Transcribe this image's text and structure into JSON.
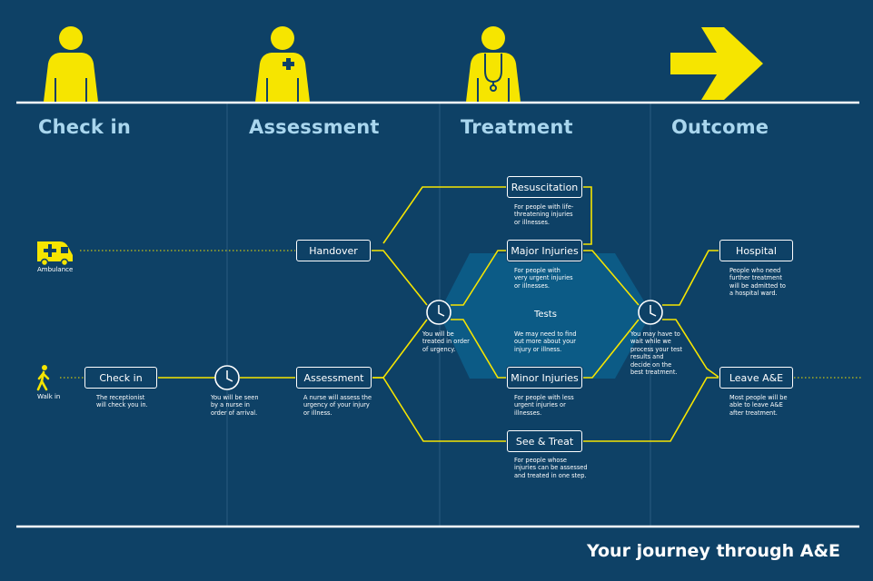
{
  "columns": [
    "Check in",
    "Assessment",
    "Treatment",
    "Outcome"
  ],
  "entry": {
    "ambulance": "Ambulance",
    "walk_in": "Walk in"
  },
  "nodes": {
    "handover": "Handover",
    "check_in": "Check in",
    "assessment": "Assessment",
    "resuscitation": "Resuscitation",
    "major_injuries": "Major Injuries",
    "minor_injuries": "Minor Injuries",
    "see_treat": "See & Treat",
    "hospital": "Hospital",
    "leave_ae": "Leave A&E"
  },
  "descriptions": {
    "check_in": "The receptionist will check you in.",
    "clock1": "You will be seen by a nurse in order of arrival.",
    "assessment": "A nurse will assess the urgency of your injury or illness.",
    "clock2": "You will be treated in order of urgency.",
    "resuscitation": "For people with life-threatening injuries or illnesses.",
    "major_injuries": "For people with very urgent injuries or illnesses.",
    "tests_title": "Tests",
    "tests": "We may need to find out more about your injury or illness.",
    "minor_injuries": "For people with less urgent injuries or illnesses.",
    "see_treat": "For people whose injuries can be assessed and treated in one step.",
    "clock3": "You may have to wait while we process your test results and decide on the best treatment.",
    "hospital": "People who need further treatment will be admitted to a hospital ward.",
    "leave_ae": "Most people will be able to leave A&E after treatment."
  },
  "footer": "Your journey through A&E",
  "colors": {
    "background": "#0e4166",
    "accent": "#f6e500",
    "title": "#a9d6ee",
    "tests_area": "#0c5b86"
  },
  "icons": [
    "person-icon",
    "nurse-icon",
    "doctor-icon",
    "arrow-right-icon",
    "ambulance-icon",
    "walking-person-icon",
    "clock-icon"
  ]
}
